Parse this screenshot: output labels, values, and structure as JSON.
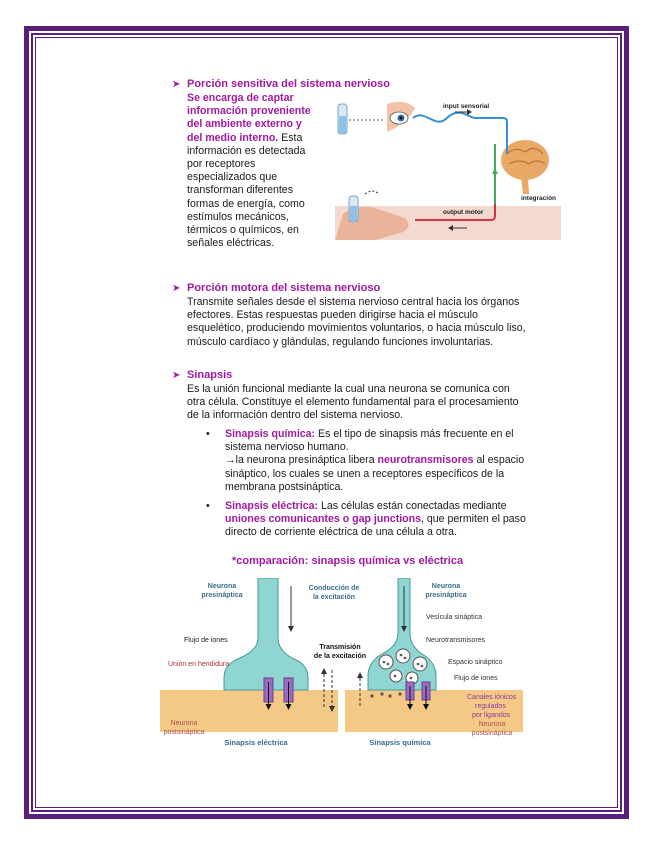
{
  "colors": {
    "frame": "#5a1f7a",
    "accent": "#a01aa0",
    "text": "#1a1a1a"
  },
  "sections": {
    "sensory": {
      "title": "Porción sensitiva del sistema nervioso",
      "lead_lines": [
        "Se encarga de captar",
        "información proveniente",
        "del ambiente externo y",
        "del medio interno."
      ],
      "first_tail": " Esta",
      "body_lines": [
        "información es detectada",
        "por receptores",
        "especializados que",
        "transforman diferentes",
        "formas de energía, como",
        "estímulos mecánicos,",
        "térmicos o químicos, en",
        "señales eléctricas."
      ]
    },
    "motor": {
      "title": "Porción motora del sistema nervioso",
      "lines": [
        "Transmite señales desde el sistema nervioso central hacia los órganos",
        "efectores. Estas respuestas pueden dirigirse hacia el músculo",
        "esquelético, produciendo movimientos voluntarios, o hacia músculo liso,",
        "músculo cardíaco y glándulas, regulando funciones involuntarias."
      ]
    },
    "synapse": {
      "title": "Sinapsis",
      "lines": [
        "Es la unión funcional mediante la cual una neurona se comunica con",
        "otra célula. Constituye el elemento fundamental para el procesamiento",
        "de la información dentro del sistema nervioso."
      ],
      "bullets": {
        "chem_label": "Sinapsis química:",
        "chem_rest": " Es el tipo de sinapsis más frecuente en el",
        "chem_line2": "sistema nervioso humano.",
        "chem_arrow_pre": "→la neurona presináptica libera ",
        "chem_arrow_hl": "neurotransmisores",
        "chem_arrow_post": " al espacio",
        "chem_line4": "sináptico, los cuales se unen a receptores específicos de la",
        "chem_line5": "membrana postsináptica.",
        "elec_label": "Sinapsis eléctrica:",
        "elec_rest": " Las células están conectadas mediante",
        "elec_hl": "uniones comunicantes o gap junctions",
        "elec_post": ", que permiten el paso",
        "elec_line3": "directo de corriente eléctrica de una célula a otra."
      }
    },
    "comparison_title": "*comparación: sinapsis química vs eléctrica"
  },
  "diagram1": {
    "input": "input sensorial",
    "integration": "integración",
    "output": "output motor"
  },
  "diagram2": {
    "pre_left": [
      "Neurona",
      "presináptica"
    ],
    "conduction": [
      "Conducción de",
      "la excitación"
    ],
    "pre_right": [
      "Neurona",
      "presináptica"
    ],
    "ion_flow_left": "Flujo de iones",
    "junction": "Unión en hendidura",
    "transmission": [
      "Transmisión",
      "de la excitación"
    ],
    "vesicle": "Vesícula sináptica",
    "neurotransmitters": "Neurotransmisores",
    "cleft": "Espacio sináptico",
    "ion_flow_right": "Flujo de iones",
    "channels": [
      "Canales iónicos",
      "regulados",
      "por ligandos"
    ],
    "post_left": [
      "Neurona",
      "postsináptica"
    ],
    "post_right": [
      "Neurona",
      "postsináptica"
    ],
    "caption_elec": "Sinapsis eléctrica",
    "caption_chem": "Sinapsis química"
  }
}
